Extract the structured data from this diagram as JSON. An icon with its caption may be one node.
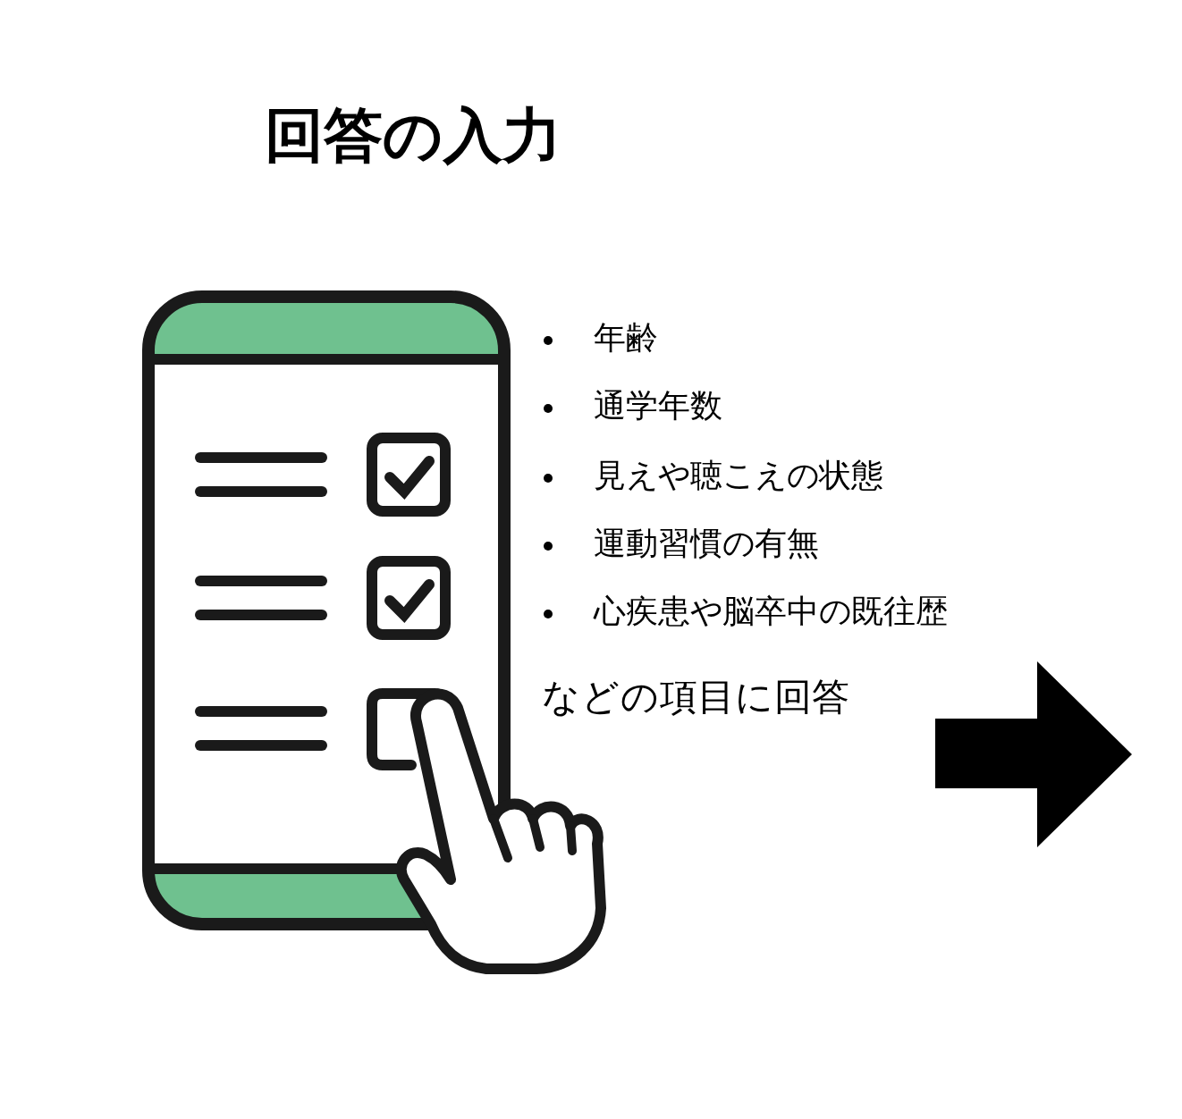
{
  "diagram": {
    "title": "回答の入力",
    "labels": [
      "年齢",
      "通学年数",
      "見えや聴こえの状態",
      "運動習慣の有無",
      "心疾患や脳卒中の既往歴",
      "などの項目に回答"
    ]
  }
}
